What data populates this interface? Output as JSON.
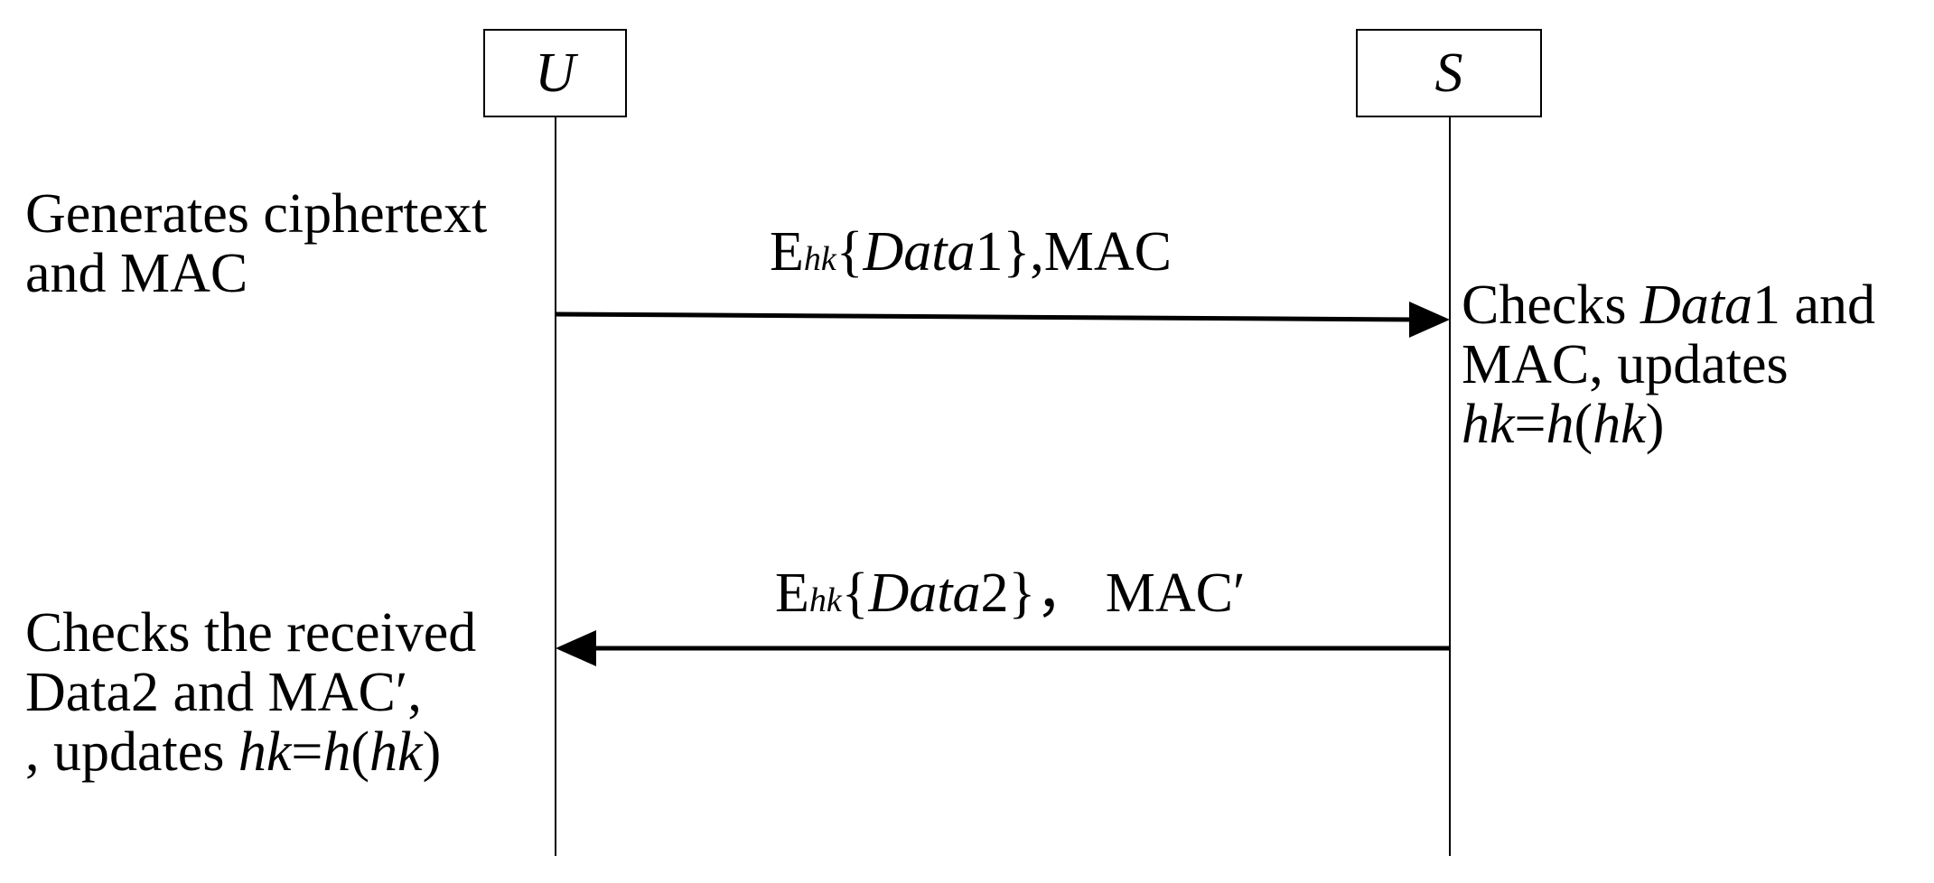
{
  "actors": {
    "user": "U",
    "server": "S"
  },
  "messages": {
    "msg1": {
      "E": "E",
      "sub": "hk",
      "open": "{",
      "data": "Data",
      "num": "1",
      "close": "},MAC"
    },
    "msg2": {
      "E": "E",
      "sub": "hk",
      "open": "{",
      "data": "Data",
      "num": "2",
      "close": "}， MAC′"
    }
  },
  "notes": {
    "generate": {
      "line1": "Generates ciphertext",
      "line2": "and MAC"
    },
    "checks_data1": {
      "line1_a": "Checks ",
      "line1_b": "Data",
      "line1_c": "1 and",
      "line2": "MAC, updates",
      "line3_a": "hk",
      "line3_b": "=",
      "line3_c": "h",
      "line3_d": "(",
      "line3_e": "hk",
      "line3_f": ")"
    },
    "checks_received": {
      "line1": "Checks the received",
      "line2": "Data2 and MAC′,",
      "line3_a": ", updates ",
      "line3_b": "hk",
      "line3_c": "=",
      "line3_d": "h",
      "line3_e": "(",
      "line3_f": "hk",
      "line3_g": ")"
    }
  }
}
